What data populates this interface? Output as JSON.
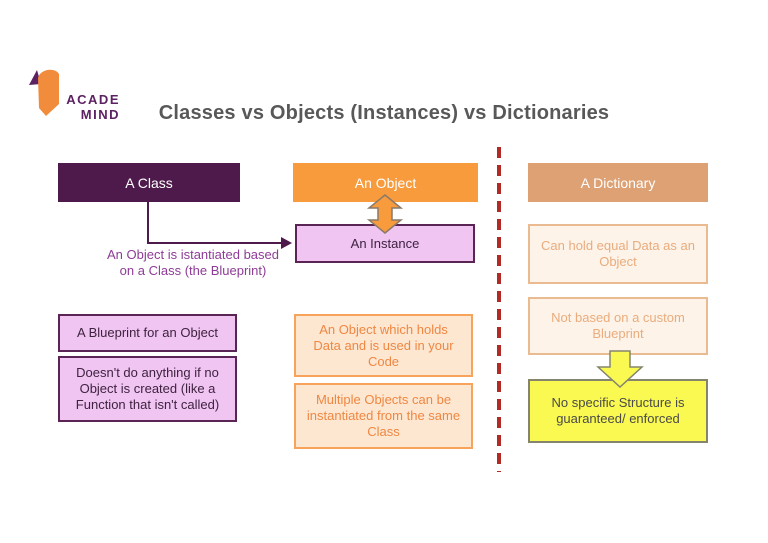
{
  "logo": {
    "text_top": "ACADE",
    "text_bottom": "MIND"
  },
  "title": "Classes vs Objects (Instances) vs Dictionaries",
  "columns": {
    "class": {
      "header": "A Class",
      "annotation": "An Object is istantiated based on a Class (the Blueprint)",
      "notes": [
        "A Blueprint for an Object",
        "Doesn't do anything if no Object is created (like a Function that isn't called)"
      ]
    },
    "object": {
      "header": "An Object",
      "instance_label": "An Instance",
      "notes": [
        "An Object which holds Data and is used in your Code",
        "Multiple Objects can be instantiated from the same Class"
      ]
    },
    "dictionary": {
      "header": "A Dictionary",
      "notes": [
        "Can hold equal Data as an Object",
        "Not based on a custom Blueprint"
      ],
      "highlight": "No specific Structure is guaranteed/ enforced"
    }
  },
  "colors": {
    "brand-purple": "#5c2162",
    "deep-purple": "#4e1a4b",
    "purple-fill": "#f0c5f1",
    "purple-border": "#5a2455",
    "purple-text": "#8e3c96",
    "orange": "#f89b3d",
    "orange-text": "#ef8743",
    "peach-fill": "#fde7d1",
    "orange-border": "#f8a35c",
    "tan": "#dda174",
    "cream-fill": "#fdf3e8",
    "tan-border": "#eaba90",
    "tan-text": "#e9ac7e",
    "yellow": "#f9f951",
    "gray-border": "#85856e",
    "dark-text": "#4a4a4a",
    "title-gray": "#58585a",
    "divider-red": "#b02b25"
  }
}
